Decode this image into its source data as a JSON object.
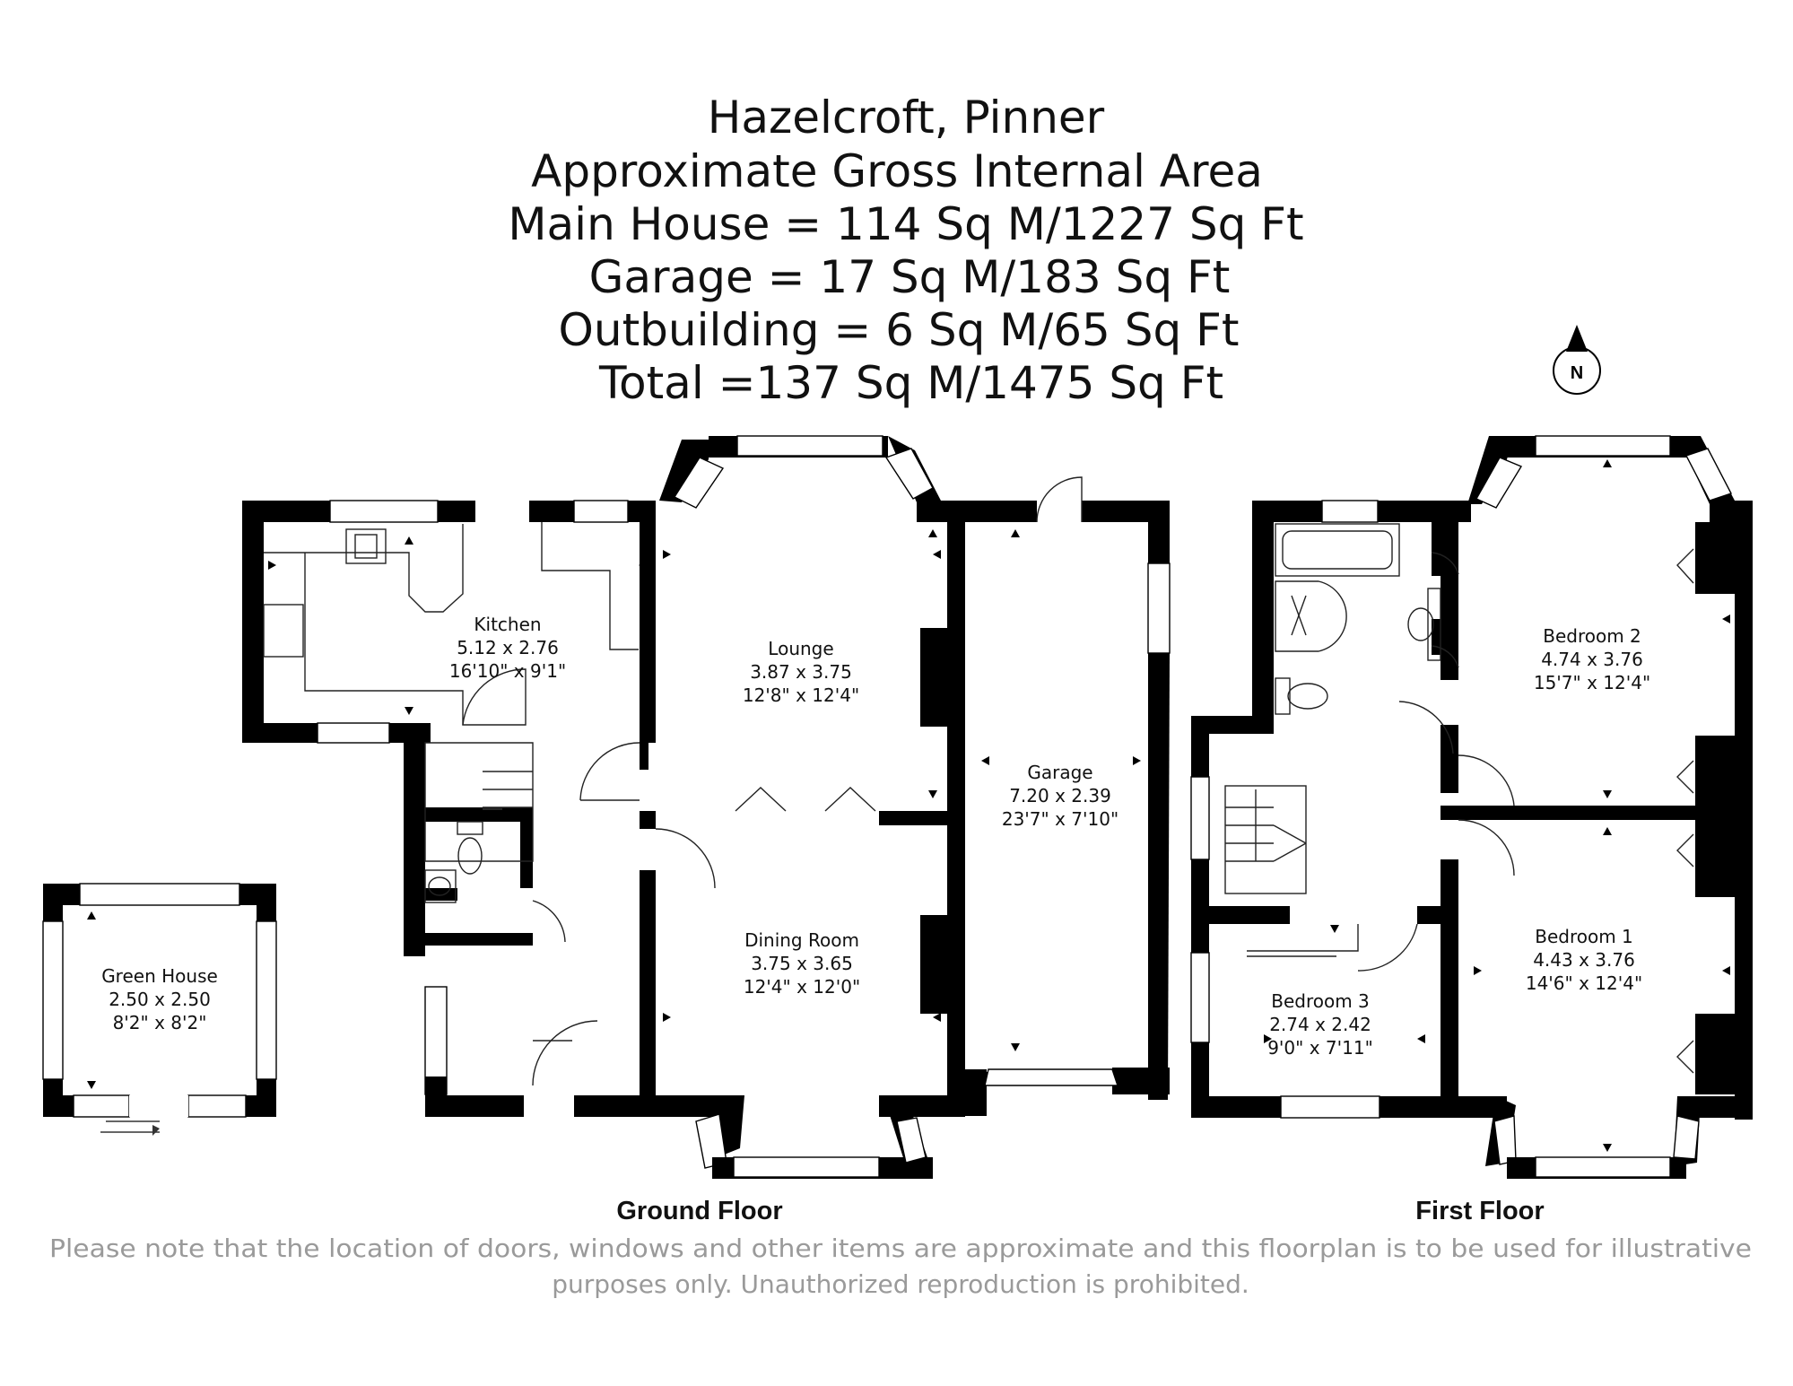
{
  "title": {
    "property": "Hazelcroft, Pinner",
    "subtitle": "Approximate Gross Internal Area",
    "main_house": "Main House = 114 Sq M/1227 Sq Ft",
    "garage": "Garage = 17 Sq M/183 Sq Ft",
    "outbuilding": "Outbuilding = 6 Sq M/65 Sq Ft",
    "total": "Total =137 Sq M/1475 Sq Ft"
  },
  "compass": {
    "label": "N"
  },
  "rooms": {
    "kitchen": {
      "name": "Kitchen",
      "metric": "5.12 x 2.76",
      "imperial": "16'10\" x 9'1\""
    },
    "lounge": {
      "name": "Lounge",
      "metric": "3.87 x 3.75",
      "imperial": "12'8\" x 12'4\""
    },
    "garage": {
      "name": "Garage",
      "metric": "7.20 x 2.39",
      "imperial": "23'7\" x 7'10\""
    },
    "dining": {
      "name": "Dining Room",
      "metric": "3.75 x 3.65",
      "imperial": "12'4\" x 12'0\""
    },
    "greenhouse": {
      "name": "Green House",
      "metric": "2.50 x 2.50",
      "imperial": "8'2\" x 8'2\""
    },
    "bedroom2": {
      "name": "Bedroom 2",
      "metric": "4.74 x 3.76",
      "imperial": "15'7\" x 12'4\""
    },
    "bedroom1": {
      "name": "Bedroom 1",
      "metric": "4.43 x 3.76",
      "imperial": "14'6\" x 12'4\""
    },
    "bedroom3": {
      "name": "Bedroom 3",
      "metric": "2.74 x 2.42",
      "imperial": "9'0\" x 7'11\""
    }
  },
  "floors": {
    "ground": "Ground Floor",
    "first": "First Floor"
  },
  "disclaimer": {
    "line1": "Please note that the location of doors, windows and other items are approximate and this floorplan is to be used for illustrative",
    "line2": "purposes only. Unauthorized reproduction is prohibited."
  }
}
